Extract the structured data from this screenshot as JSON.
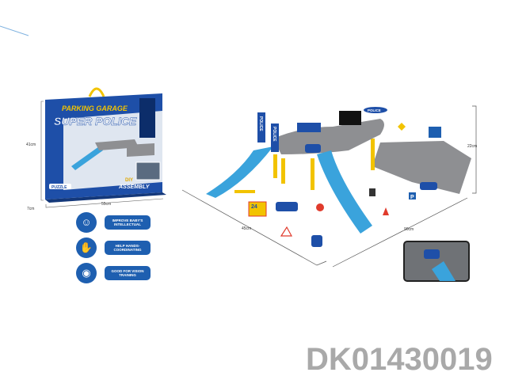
{
  "box": {
    "brand_line": "PARKING GARAGE",
    "title": "SUPER POLICE",
    "puzzle_label": "PUZZLE",
    "assembly_label": "ASSEMBLY",
    "diy_label": "DIY",
    "height_dim": "41cm",
    "depth_dim": "7cm",
    "width_dim": "55cm"
  },
  "features": [
    {
      "icon": "brain-icon",
      "label": "IMPROVE BABY'S INTELLECTUAL"
    },
    {
      "icon": "hand-icon",
      "label": "HELP HANDS-COORDINATING"
    },
    {
      "icon": "eye-icon",
      "label": "GOOD FOR VISION TRAINING"
    }
  ],
  "playset": {
    "police_sign_1": "POLICE",
    "police_sign_2": "POLICE",
    "police_round_sign": "POLICE",
    "parking_sign": "P",
    "billboard_number": "24",
    "height_dim": "22cm",
    "depth_dim": "45cm",
    "width_dim": "90cm"
  },
  "product_code": "DK01430019",
  "colors": {
    "blue": "#1e5fb0",
    "track": "#3aa3dc",
    "grey": "#8e8f92",
    "yellow": "#f2c300"
  }
}
